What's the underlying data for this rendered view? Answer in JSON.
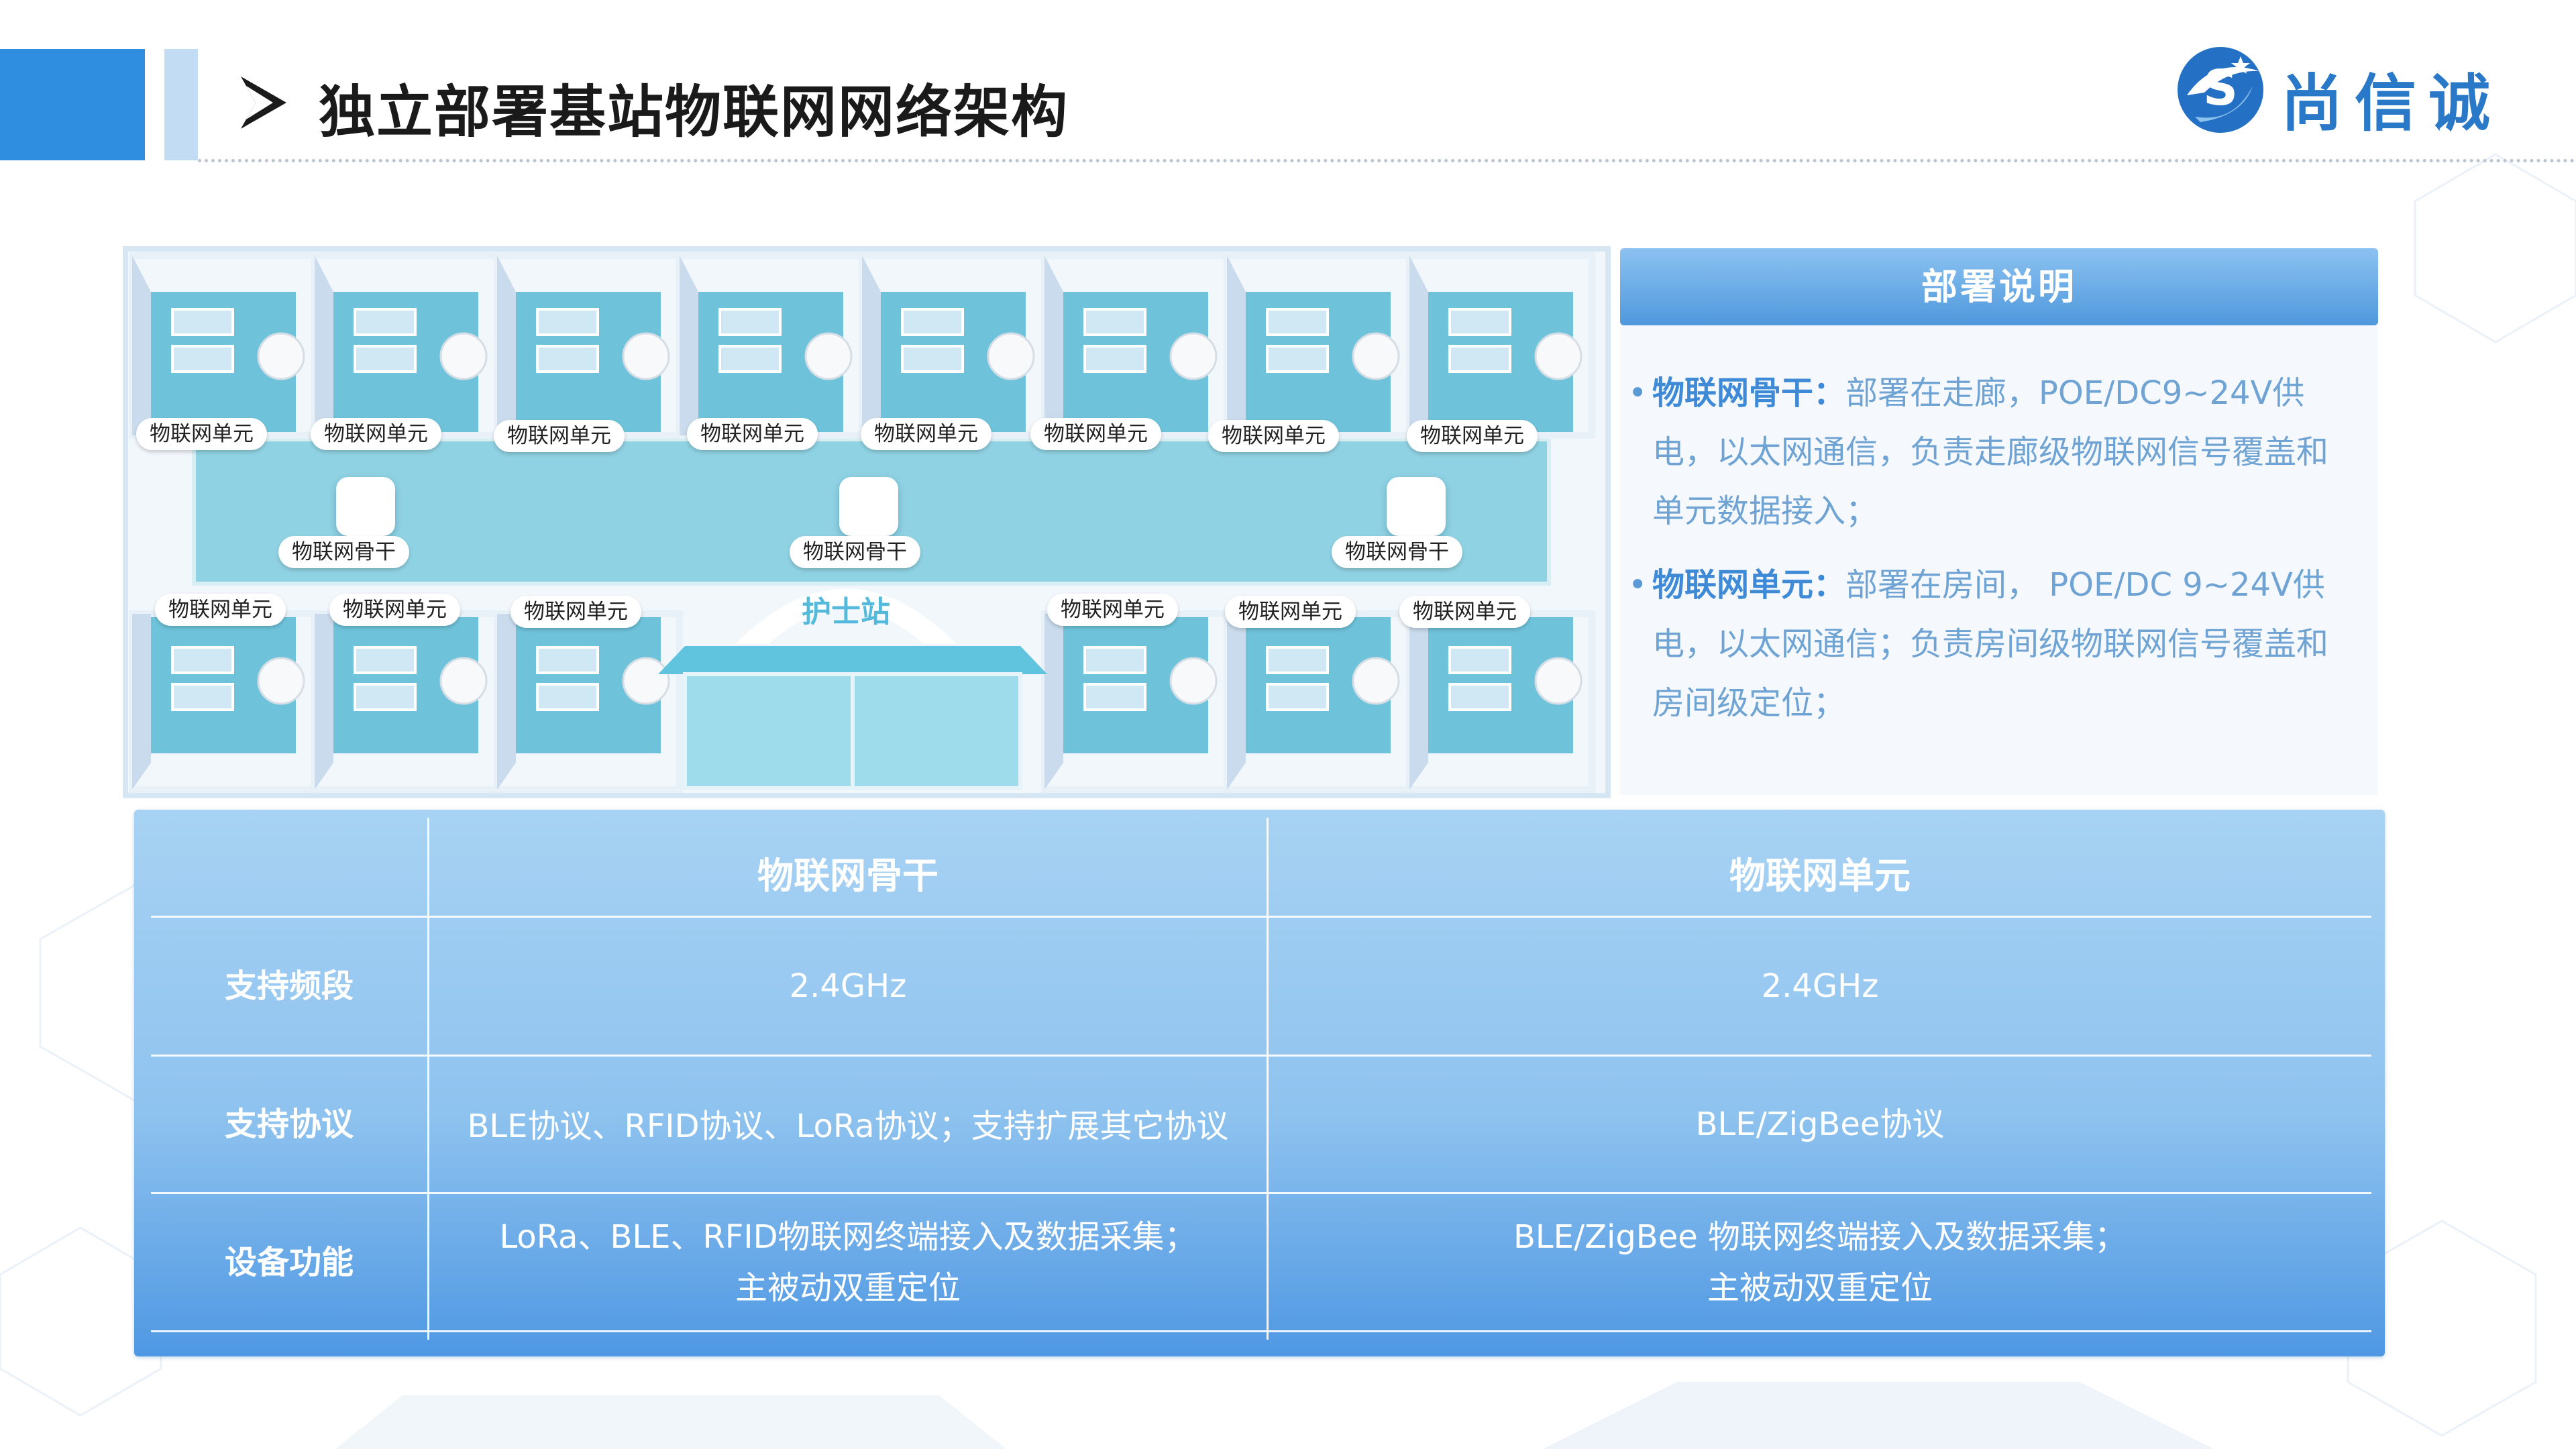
{
  "header": {
    "title": "独立部署基站物联网网络架构",
    "logo_text": "尚信诚"
  },
  "floorplan": {
    "nurse_station": "护士站",
    "unit_labels_top": [
      "物联网单元",
      "物联网单元",
      "物联网单元",
      "物联网单元",
      "物联网单元",
      "物联网单元",
      "物联网单元",
      "物联网单元"
    ],
    "backbone_labels": [
      "物联网骨干",
      "物联网骨干",
      "物联网骨干"
    ],
    "unit_labels_bottom": [
      "物联网单元",
      "物联网单元",
      "物联网单元",
      "物联网单元",
      "物联网单元",
      "物联网单元"
    ]
  },
  "deployment": {
    "title": "部署说明",
    "items": [
      {
        "term": "物联网骨干：",
        "text": "部署在走廊，POE/DC9~24V供电，以太网通信，负责走廊级物联网信号覆盖和单元数据接入；"
      },
      {
        "term": "物联网单元：",
        "text": "部署在房间， POE/DC 9~24V供电，以太网通信；负责房间级物联网信号覆盖和房间级定位；"
      }
    ]
  },
  "table": {
    "columns": [
      "",
      "物联网骨干",
      "物联网单元"
    ],
    "rows": [
      {
        "label": "支持频段",
        "backbone": "2.4GHz",
        "unit": "2.4GHz"
      },
      {
        "label": "支持协议",
        "backbone": "BLE协议、RFID协议、LoRa协议；支持扩展其它协议",
        "unit": "BLE/ZigBee协议"
      },
      {
        "label": "设备功能",
        "backbone": "LoRa、BLE、RFID物联网终端接入及数据采集；\n主被动双重定位",
        "unit": "BLE/ZigBee 物联网终端接入及数据采集；\n主被动双重定位"
      }
    ]
  },
  "colors": {
    "header_block": "#2f8ee0",
    "accent_blue": "#3e8ad6",
    "table_top": "#a7d2f3",
    "table_bottom": "#4f98e3"
  }
}
